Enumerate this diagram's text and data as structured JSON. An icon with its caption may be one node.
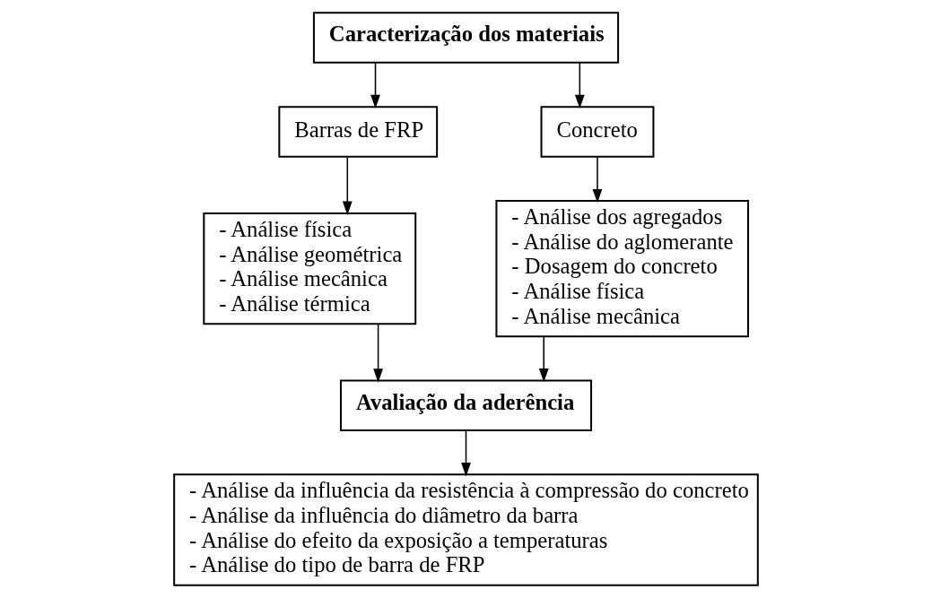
{
  "diagram": {
    "nodes": [
      {
        "text": [
          "Caracterização dos materiais"
        ]
      },
      {
        "text": [
          "Barras de FRP"
        ]
      },
      {
        "text": [
          "Concreto"
        ]
      },
      {
        "text": [
          "- Análise física",
          "- Análise geométrica",
          "- Análise mecânica",
          "- Análise térmica"
        ]
      },
      {
        "text": [
          "- Análise dos agregados",
          "- Análise do aglomerante",
          "- Dosagem do concreto",
          "- Análise física",
          "- Análise mecânica"
        ]
      },
      {
        "text": [
          "Avaliação da aderência"
        ]
      },
      {
        "text": [
          "- Análise da influência da resistência à compressão do concreto",
          "- Análise da influência do diâmetro da barra",
          "- Análise do efeito da exposição a temperaturas",
          "- Análise do tipo de barra de FRP"
        ]
      }
    ],
    "edges": [
      {
        "from": 0,
        "to": 1,
        "arrow": "to"
      },
      {
        "from": 0,
        "to": 2,
        "arrow": "to"
      },
      {
        "from": 1,
        "to": 3,
        "arrow": "to"
      },
      {
        "from": 2,
        "to": 4,
        "arrow": "to"
      },
      {
        "from": 3,
        "to": 5,
        "arrow": "to"
      },
      {
        "from": 4,
        "to": 5,
        "arrow": "to"
      },
      {
        "from": 5,
        "to": 6,
        "arrow": "to"
      }
    ]
  }
}
